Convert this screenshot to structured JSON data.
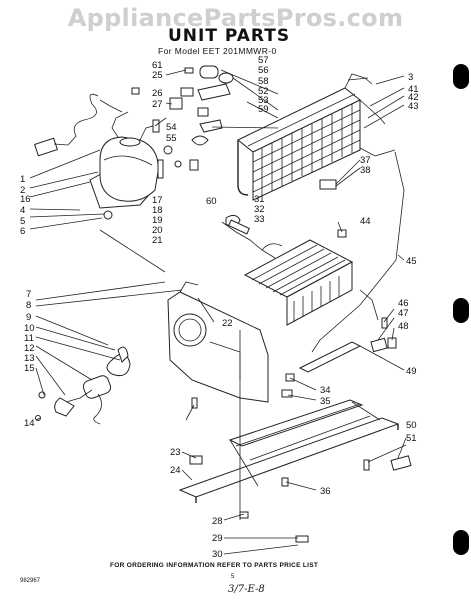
{
  "header": {
    "watermark": "AppliancePartsPros.com",
    "title": "UNIT PARTS",
    "subtitle": "For Model EET 201MMWR-0"
  },
  "callouts": [
    "1",
    "2",
    "3",
    "4",
    "5",
    "6",
    "7",
    "8",
    "9",
    "10",
    "11",
    "12",
    "13",
    "14",
    "15",
    "16",
    "17",
    "18",
    "19",
    "20",
    "21",
    "22",
    "23",
    "24",
    "25",
    "26",
    "27",
    "28",
    "29",
    "30",
    "31",
    "32",
    "33",
    "34",
    "35",
    "36",
    "37",
    "38",
    "41",
    "42",
    "43",
    "44",
    "45",
    "46",
    "47",
    "48",
    "49",
    "50",
    "51",
    "52",
    "53",
    "54",
    "55",
    "56",
    "57",
    "58",
    "59",
    "60",
    "61"
  ],
  "footer": {
    "ordering_note": "FOR ORDERING INFORMATION REFER TO PARTS PRICE LIST",
    "part_code": "982967",
    "page_number": "5",
    "handwritten": "3/7-E-8"
  }
}
